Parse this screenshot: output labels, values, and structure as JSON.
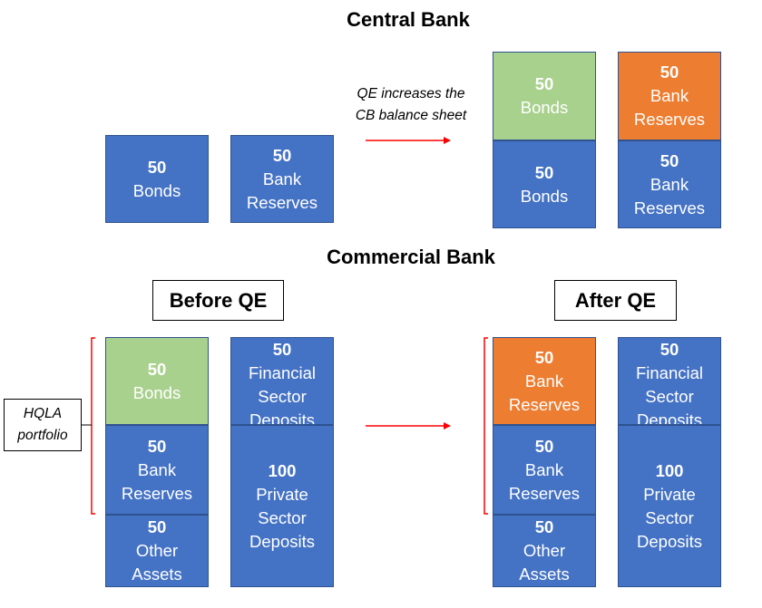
{
  "central_bank": {
    "title": "Central Bank",
    "note_line1": "QE increases the",
    "note_line2": "CB balance sheet",
    "before": {
      "assets": {
        "value": "50",
        "label_lines": [
          "Bonds"
        ]
      },
      "liabilities": {
        "value": "50",
        "label_lines": [
          "Bank",
          "Reserves"
        ]
      }
    },
    "after": {
      "assets_new": {
        "value": "50",
        "label_lines": [
          "Bonds"
        ]
      },
      "assets_old": {
        "value": "50",
        "label_lines": [
          "Bonds"
        ]
      },
      "liabilities_new": {
        "value": "50",
        "label_lines": [
          "Bank",
          "Reserves"
        ]
      },
      "liabilities_old": {
        "value": "50",
        "label_lines": [
          "Bank",
          "Reserves"
        ]
      }
    }
  },
  "commercial_bank": {
    "title": "Commercial Bank",
    "before_label": "Before QE",
    "after_label": "After QE",
    "hqla_line1": "HQLA",
    "hqla_line2": "portfolio",
    "before": {
      "bonds": {
        "value": "50",
        "label_lines": [
          "Bonds"
        ]
      },
      "reserves": {
        "value": "50",
        "label_lines": [
          "Bank",
          "Reserves"
        ]
      },
      "other": {
        "value": "50",
        "label_lines": [
          "Other",
          "Assets"
        ]
      },
      "financial": {
        "value": "50",
        "label_lines": [
          "Financial",
          "Sector",
          "Deposits"
        ]
      },
      "private": {
        "value": "100",
        "label_lines": [
          "Private",
          "Sector",
          "Deposits"
        ]
      }
    },
    "after": {
      "reserves_new": {
        "value": "50",
        "label_lines": [
          "Bank",
          "Reserves"
        ]
      },
      "reserves_old": {
        "value": "50",
        "label_lines": [
          "Bank",
          "Reserves"
        ]
      },
      "other": {
        "value": "50",
        "label_lines": [
          "Other",
          "Assets"
        ]
      },
      "financial": {
        "value": "50",
        "label_lines": [
          "Financial",
          "Sector",
          "Deposits"
        ]
      },
      "private": {
        "value": "100",
        "label_lines": [
          "Private",
          "Sector",
          "Deposits"
        ]
      }
    }
  },
  "colors": {
    "blue": "#4472c4",
    "green": "#a9d18e",
    "orange": "#ed7d31",
    "arrow_red": "#ff0000"
  }
}
